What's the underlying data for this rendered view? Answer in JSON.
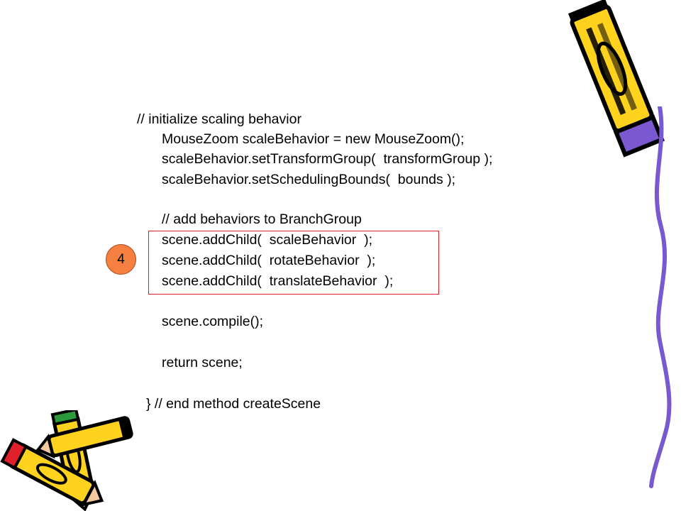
{
  "code": {
    "lines": [
      "// initialize scaling behavior",
      "MouseZoom scaleBehavior = new MouseZoom();",
      "scaleBehavior.setTransformGroup(  transformGroup );",
      "scaleBehavior.setSchedulingBounds(  bounds );",
      "// add behaviors to BranchGroup",
      "scene.addChild(  scaleBehavior  );",
      "scene.addChild(  rotateBehavior  );",
      "scene.addChild(  translateBehavior  );",
      "scene.compile();",
      "return scene;",
      "} // end method createScene"
    ]
  },
  "badge": {
    "label": "4"
  },
  "colors": {
    "highlight_border": "#e02020",
    "badge_fill": "#f58040",
    "pencil_body": "#ffd21e",
    "pencil_eraser": "#7a58d0",
    "underline": "#7a58d0"
  },
  "decorations": {
    "top_right": "pencil-icon",
    "right_edge": "scribble-line",
    "bottom_left": "pencils-icon"
  }
}
